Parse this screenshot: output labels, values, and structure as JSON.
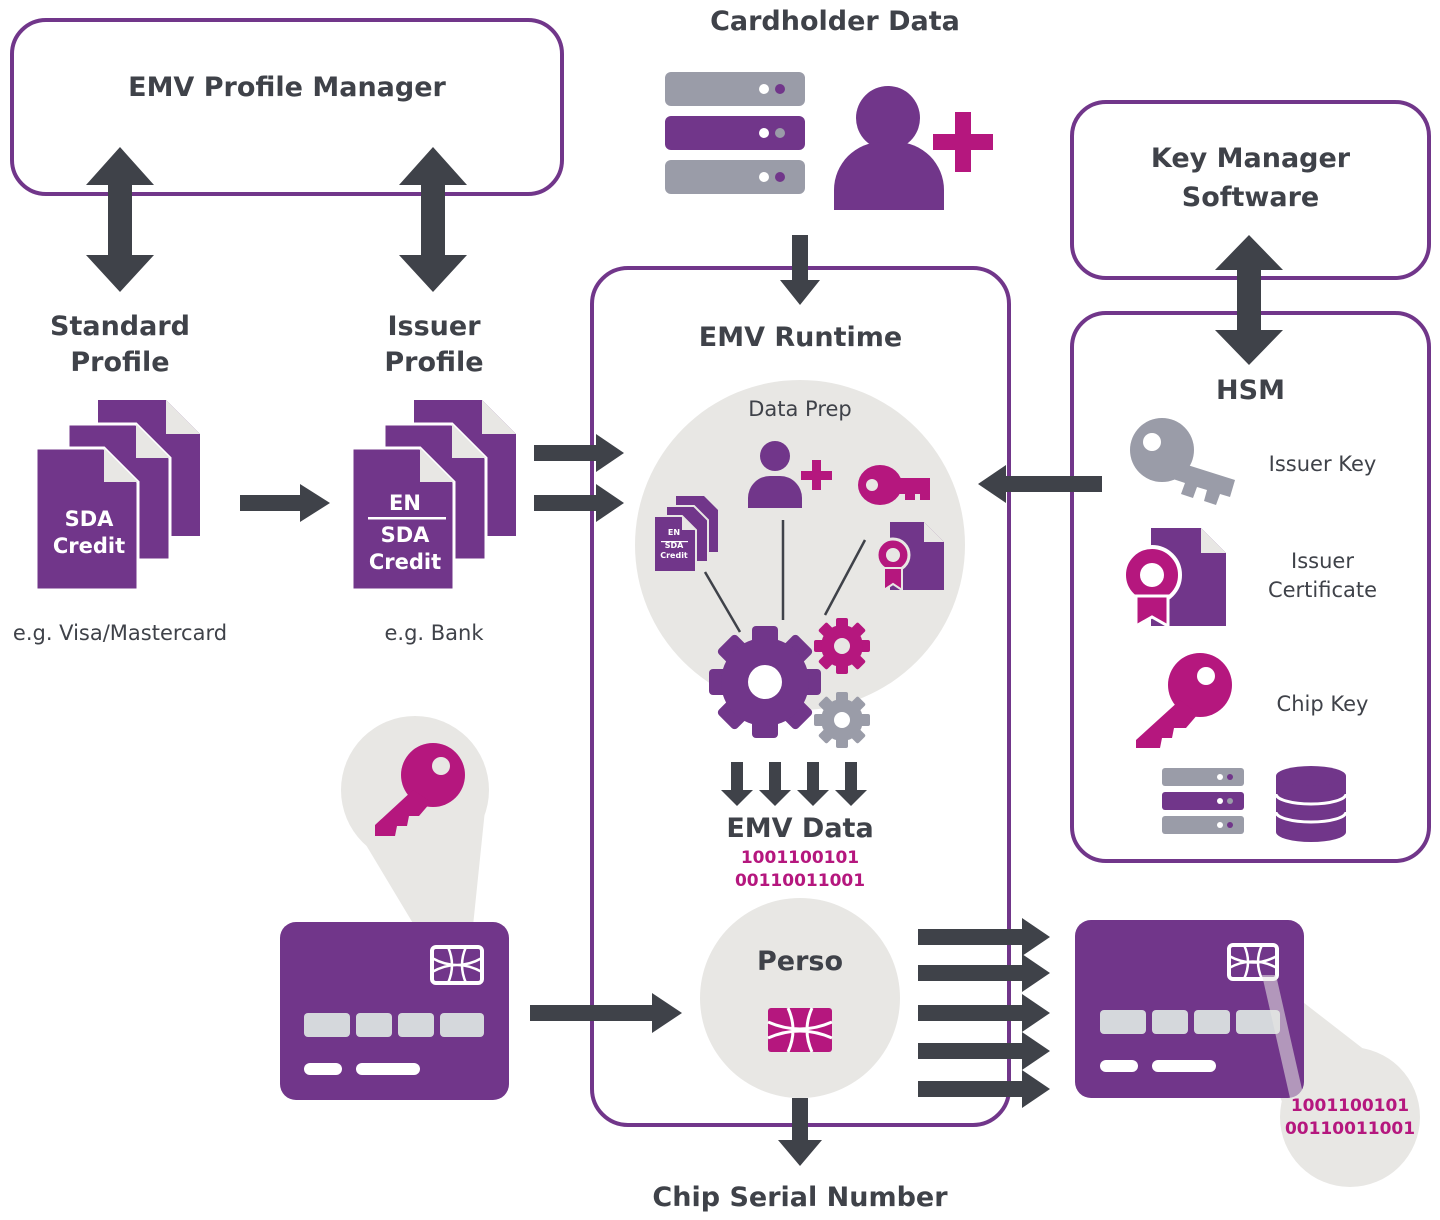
{
  "colors": {
    "purple": "#71368a",
    "magenta": "#b5177e",
    "dark_gray": "#3f4249",
    "light_gray": "#e8e7e4",
    "mid_gray": "#9a9ca8",
    "chip_field": "#d5d8dc"
  },
  "profile_manager": {
    "title": "EMV Profile Manager"
  },
  "cardholder": {
    "title": "Cardholder Data"
  },
  "key_manager": {
    "title_line1": "Key Manager",
    "title_line2": "Software"
  },
  "standard_profile": {
    "title_line1": "Standard",
    "title_line2": "Profile",
    "doc_line1": "SDA",
    "doc_line2": "Credit",
    "caption": "e.g. Visa/Mastercard"
  },
  "issuer_profile": {
    "title_line1": "Issuer",
    "title_line2": "Profile",
    "doc_top": "EN",
    "doc_line1": "SDA",
    "doc_line2": "Credit",
    "caption": "e.g. Bank"
  },
  "runtime": {
    "title": "EMV Runtime",
    "data_prep_label": "Data Prep",
    "mini_doc_top": "EN",
    "mini_doc_line1": "SDA",
    "mini_doc_line2": "Credit",
    "emv_data_title": "EMV Data",
    "emv_data_bits_1": "1001100101",
    "emv_data_bits_2": "00110011001",
    "perso_label": "Perso"
  },
  "hsm": {
    "title": "HSM",
    "items": [
      {
        "label": "Issuer Key",
        "icon": "key-icon"
      },
      {
        "label_line1": "Issuer",
        "label_line2": "Certificate",
        "icon": "certificate-icon"
      },
      {
        "label": "Chip Key",
        "icon": "key-icon"
      }
    ]
  },
  "output_card": {
    "bits_1": "1001100101",
    "bits_2": "00110011001"
  },
  "chip_serial": {
    "title": "Chip Serial Number"
  }
}
